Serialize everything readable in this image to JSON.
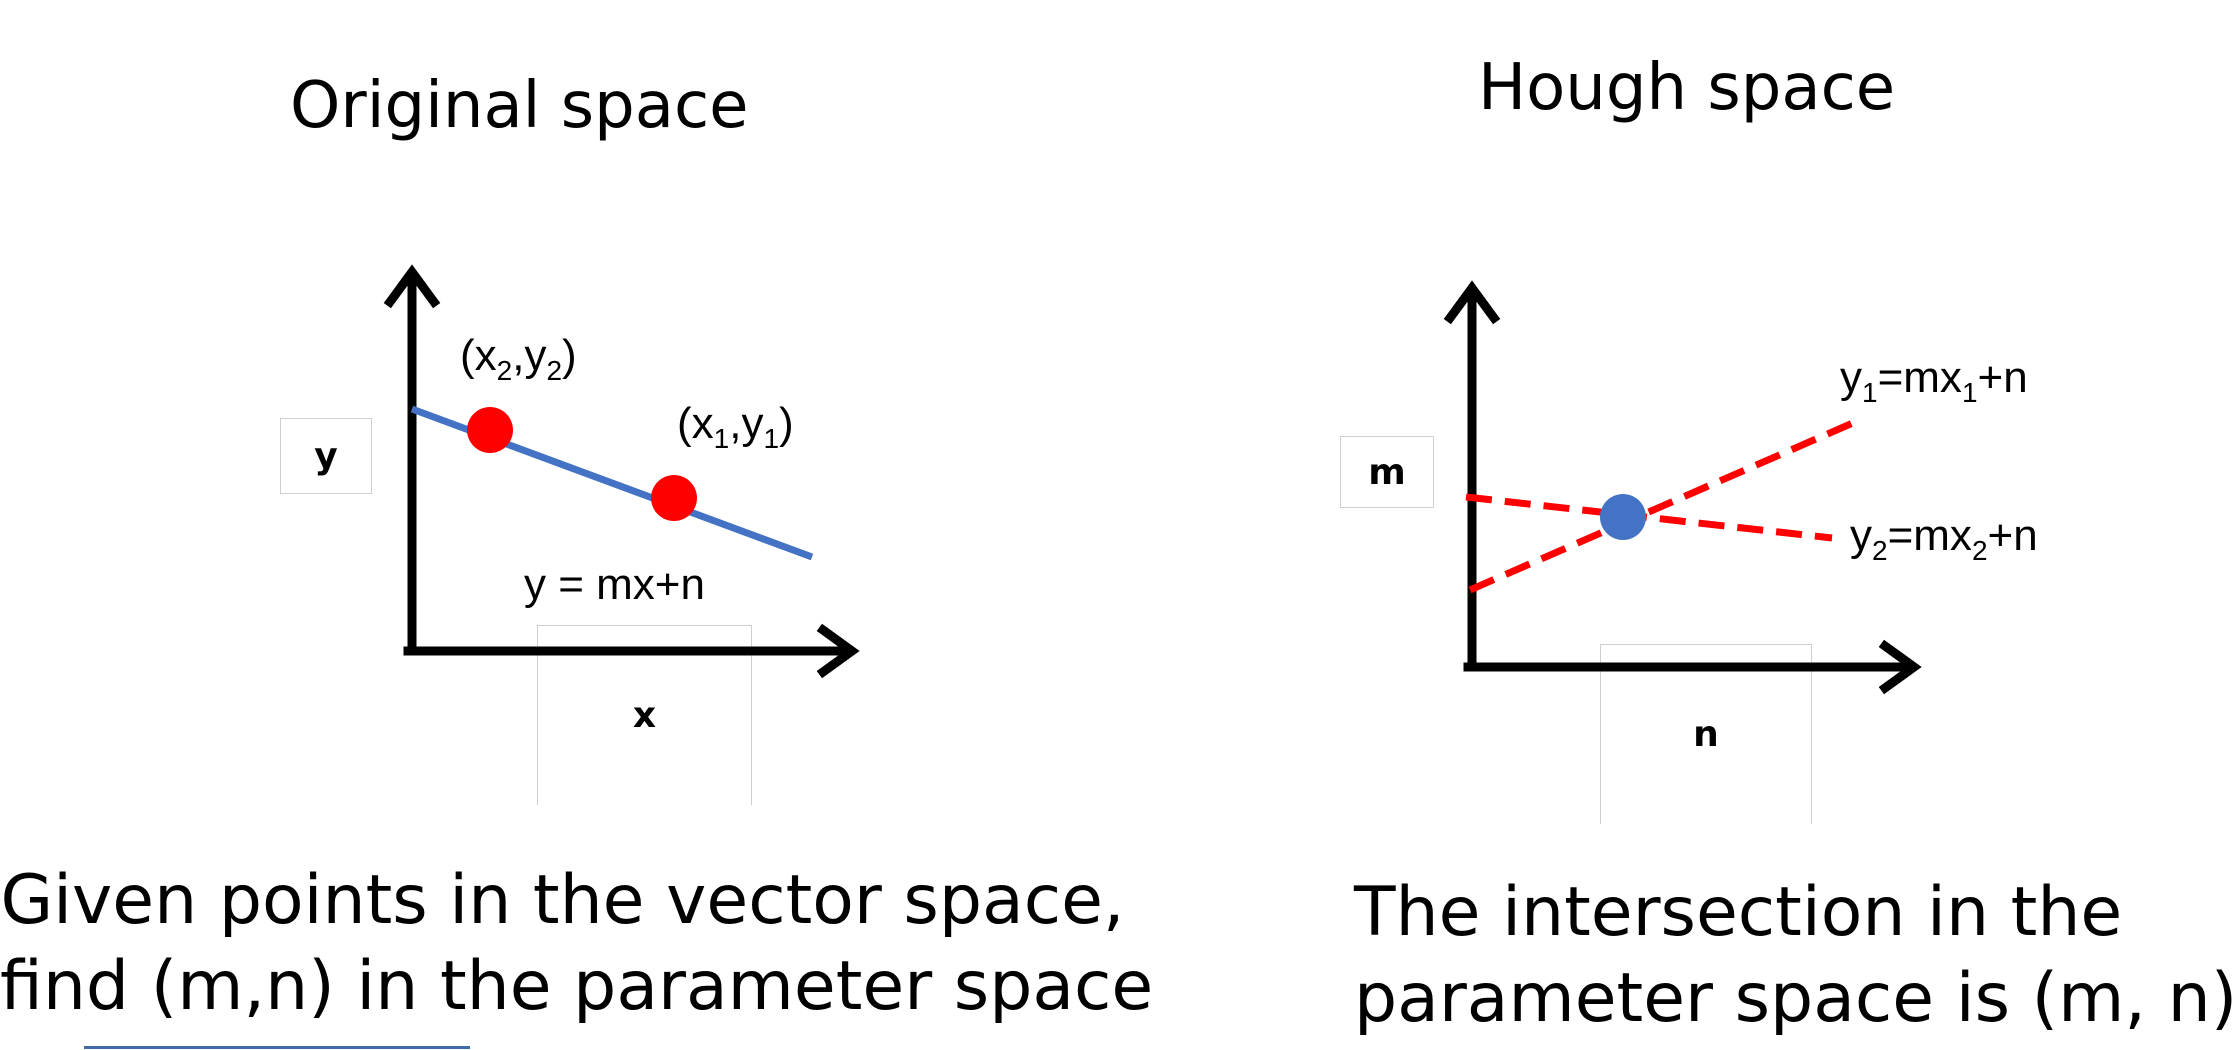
{
  "left_panel": {
    "title": "Original space",
    "axis_x": "x",
    "axis_y": "y",
    "point_2": {
      "base": "(x",
      "sub1": "2",
      "mid": ",y",
      "sub2": "2",
      "end": ")"
    },
    "point_1": {
      "base": "(x",
      "sub1": "1",
      "mid": ",y",
      "sub2": "1",
      "end": ")"
    },
    "equation": "y = mx+n",
    "caption_line1": "Given points in the vector space,",
    "caption_line2": "find (m,n) in the parameter space"
  },
  "right_panel": {
    "title": "Hough space",
    "axis_x": "n",
    "axis_y": "m",
    "line_1": {
      "a": "y",
      "sub_a": "1",
      "b": "=mx",
      "sub_b": "1",
      "c": "+n"
    },
    "line_2": {
      "a": "y",
      "sub_a": "2",
      "b": "=mx",
      "sub_b": "2",
      "c": "+n"
    },
    "caption_line1": "The intersection in the",
    "caption_line2": "parameter space is (m, n)"
  },
  "colors": {
    "line": "#4472c4",
    "point": "#ff0000",
    "intersection": "#4472c4",
    "dashed": "#ff0000",
    "axis": "#000000"
  }
}
